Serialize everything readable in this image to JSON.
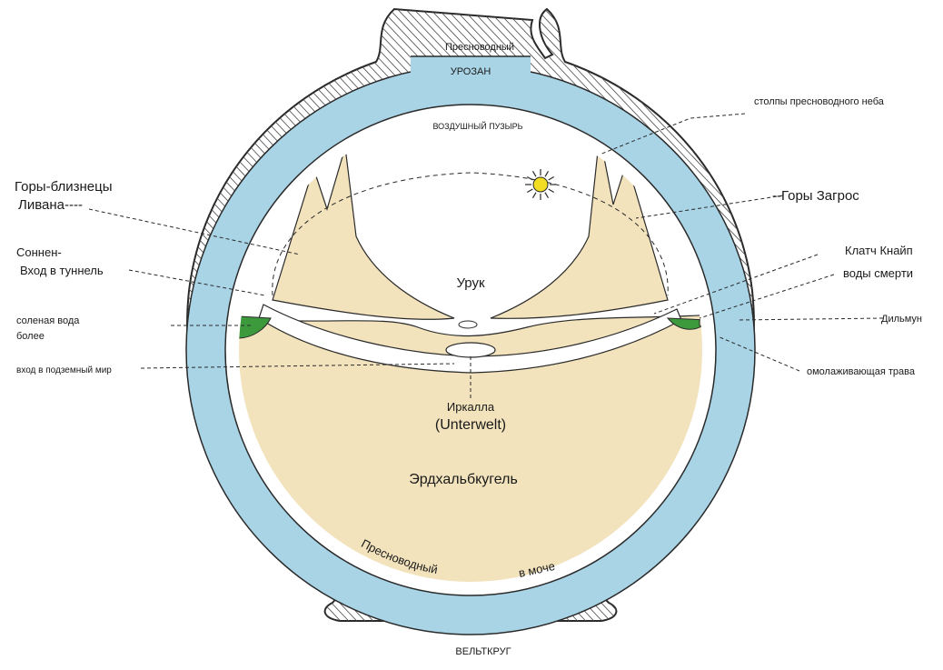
{
  "colors": {
    "water": "#a9d4e6",
    "earth": "#f2e3bd",
    "green": "#3c9a3c",
    "sun": "#f2dd22",
    "shell_hatch": "#4a4a4a"
  },
  "labels": {
    "top_water": "Пресноводный",
    "top_ocean": "УРОЗАН",
    "air_bubble": "ВОЗДУШНЫЙ ПУЗЫРЬ",
    "pillars": "столпы пресноводного неба",
    "twin_mountains_1": "Горы-близнецы",
    "twin_mountains_2": "Ливана----",
    "zagros": "--Горы Загрос",
    "sun_tunnel_1": "Соннен-",
    "sun_tunnel_2": "Вход в туннель",
    "clutch": "Клатч Кнайп",
    "waters_of_death": "воды смерти",
    "salt_water_1": "соленая вода",
    "salt_water_2": "более",
    "dilmun": "Дильмун",
    "underworld_entrance": "вход в подземный мир",
    "rejuvenating_herb": "омолаживающая трава",
    "uruk": "Урук",
    "irkalla": "Иркалла",
    "underworld": "(Unterwelt)",
    "earth_hemisphere": "Эрдхальбкугель",
    "bottom_water": "Пресноводный",
    "bottom_sea": "в моче",
    "world_circle": "ВЕЛЬТКРУГ"
  }
}
